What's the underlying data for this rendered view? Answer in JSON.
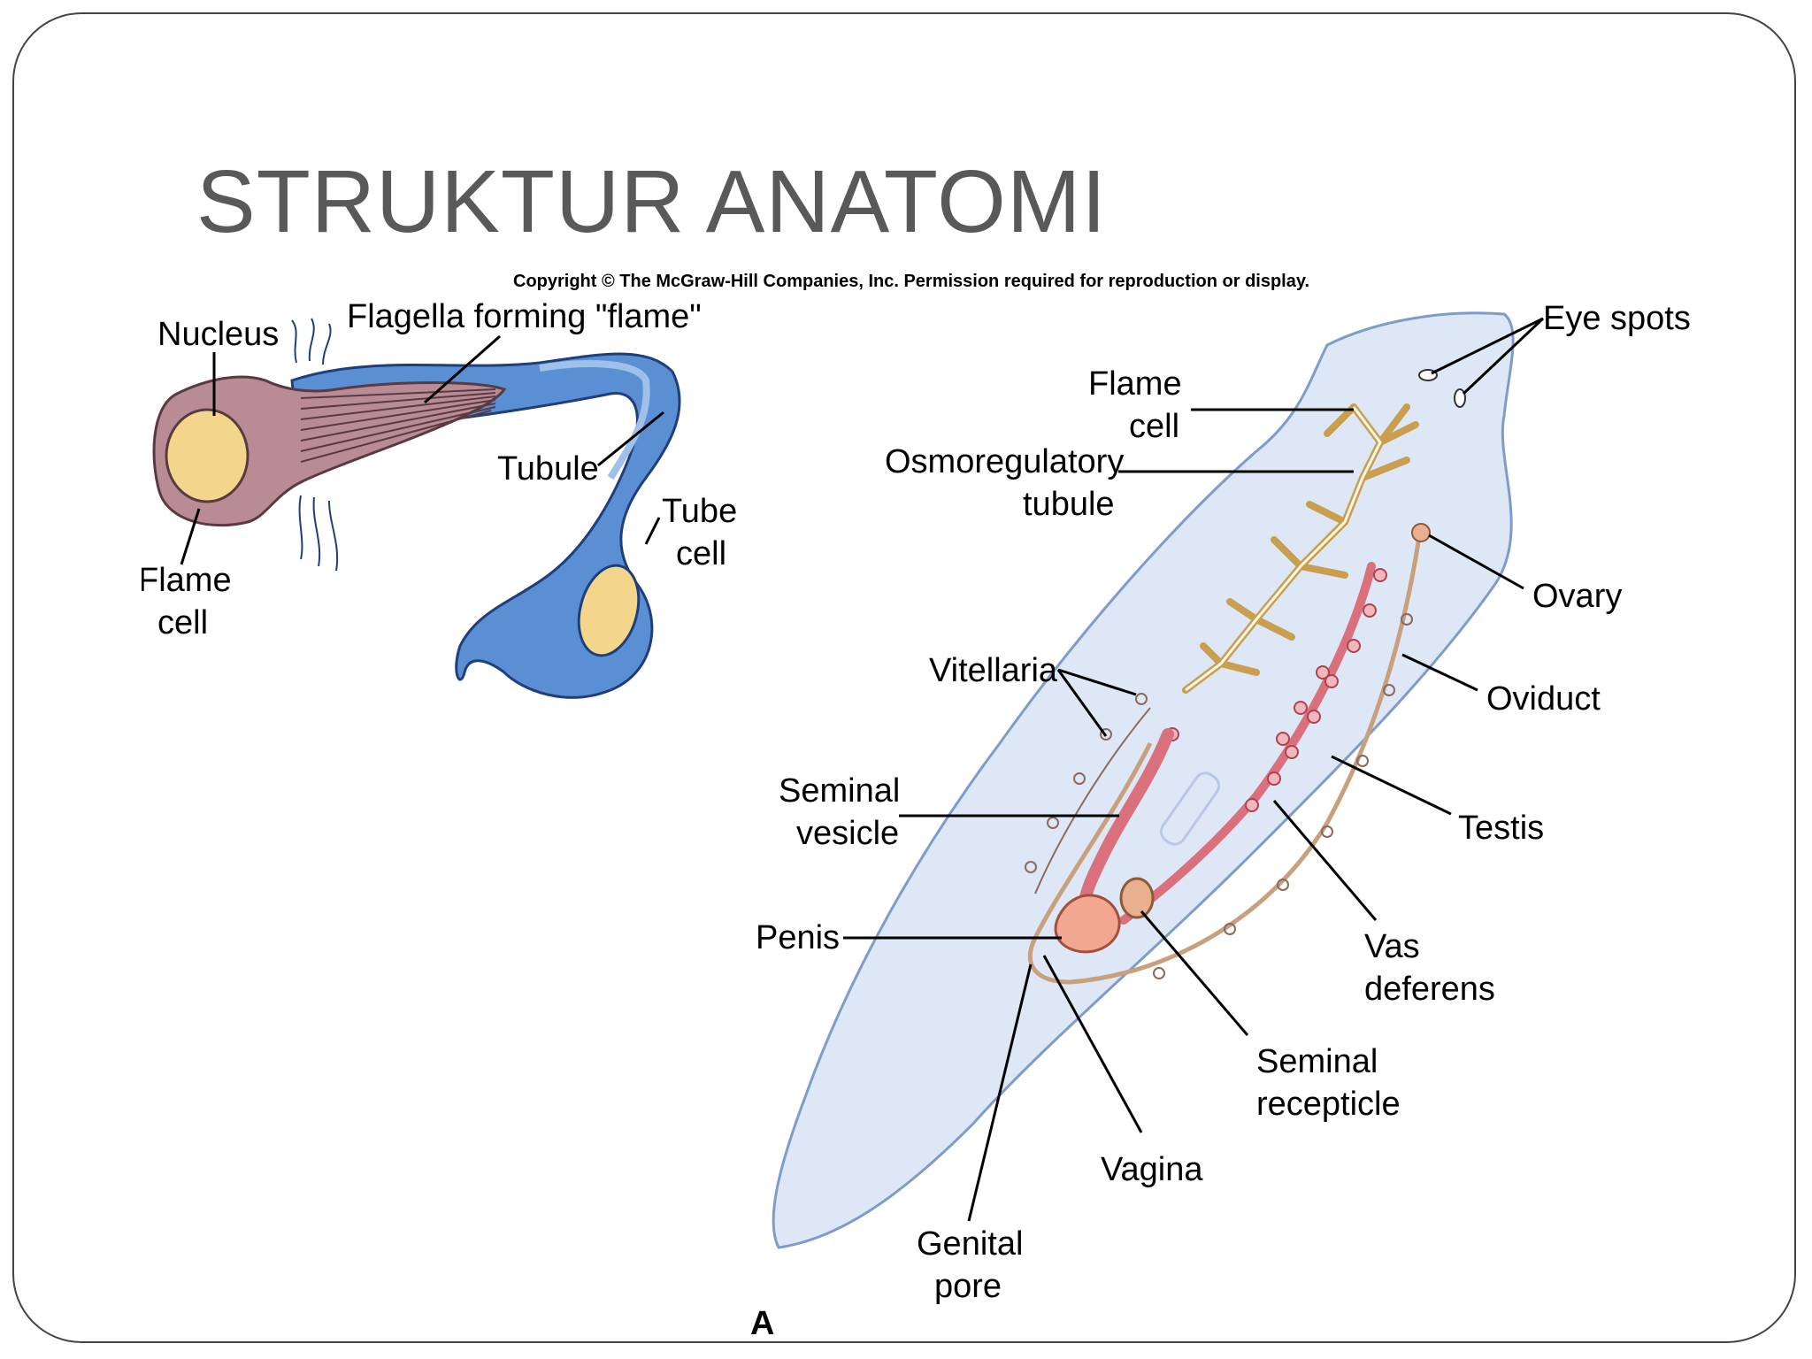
{
  "slide": {
    "title": "STRUKTUR ANATOMI"
  },
  "figure": {
    "copyright": "Copyright © The McGraw-Hill Companies, Inc. Permission required for reproduction or display.",
    "panel_letter": "A",
    "flame_cell_detail": {
      "labels": {
        "nucleus": "Nucleus",
        "flagella": "Flagella forming \"flame\"",
        "tubule": "Tubule",
        "tube_cell_1": "Tube",
        "tube_cell_2": "cell",
        "flame_cell_1": "Flame",
        "flame_cell_2": "cell"
      }
    },
    "planarian": {
      "labels": {
        "eye_spots": "Eye spots",
        "flame_cell_1": "Flame",
        "flame_cell_2": "cell",
        "osmo_1": "Osmoregulatory",
        "osmo_2": "tubule",
        "ovary": "Ovary",
        "vitellaria": "Vitellaria",
        "oviduct": "Oviduct",
        "seminal_vesicle_1": "Seminal",
        "seminal_vesicle_2": "vesicle",
        "testis": "Testis",
        "penis": "Penis",
        "vas_deferens_1": "Vas",
        "vas_deferens_2": "deferens",
        "seminal_recepticle_1": "Seminal",
        "seminal_recepticle_2": "recepticle",
        "vagina": "Vagina",
        "genital_pore_1": "Genital",
        "genital_pore_2": "pore"
      }
    },
    "colors": {
      "flame_cell_body": "#b98c95",
      "nucleus": "#f3d58c",
      "tubule": "#5b8fd4",
      "planarian_body": "#dde7f6",
      "excretory_network": "#e6c07a",
      "testis": "#d9707c"
    }
  }
}
